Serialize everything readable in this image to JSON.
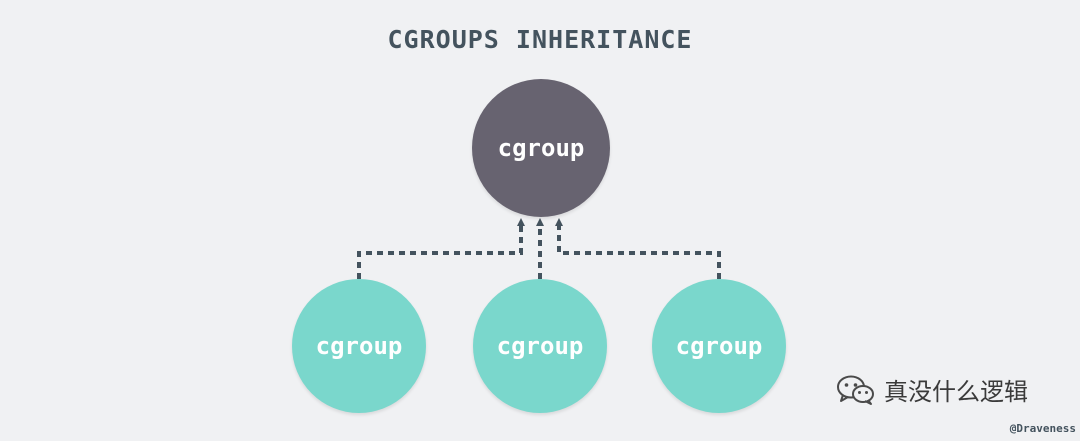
{
  "title": "CGROUPS INHERITANCE",
  "nodes": {
    "parent": {
      "label": "cgroup"
    },
    "children": [
      {
        "label": "cgroup"
      },
      {
        "label": "cgroup"
      },
      {
        "label": "cgroup"
      }
    ]
  },
  "colors": {
    "parent_fill": "#676370",
    "child_fill": "#7ad7cc",
    "edge": "#44535e",
    "title": "#44535e"
  },
  "watermark": {
    "icon": "wechat-icon",
    "text": "真没什么逻辑"
  },
  "credit": "@Draveness"
}
